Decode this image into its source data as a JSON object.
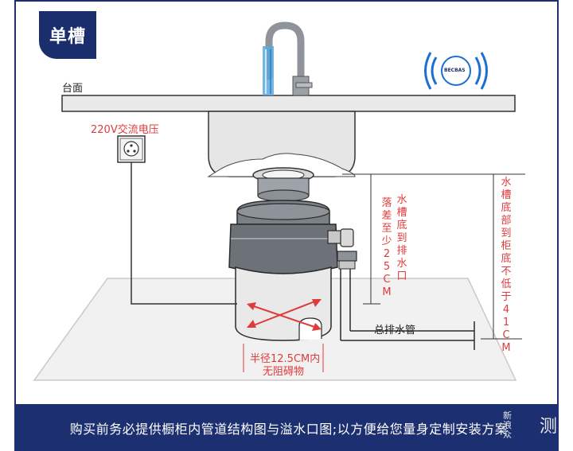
{
  "tab_label": "单槽",
  "labels": {
    "countertop": "台面",
    "voltage": "220V交流电压",
    "drop_height": "落差至少25CM",
    "sink_to_outlet": "水槽底到排水口",
    "sink_to_cabinet": "水槽底部到柜底不低于41CM",
    "main_drain": "总排水管",
    "radius_line1": "半径12.5CM内",
    "radius_line2": "无阻碍物",
    "brand_mark": "BECBAS"
  },
  "footer_text": "购买前务必提供橱柜内管道结构图与溢水口图;以方便给您量身定制安装方案",
  "watermark": {
    "main": "测",
    "small": "新浪众"
  },
  "colors": {
    "navy": "#1c2f70",
    "red": "#e03b3b",
    "accent_blue": "#1a6fd0",
    "outline": "#2a2a2a"
  }
}
